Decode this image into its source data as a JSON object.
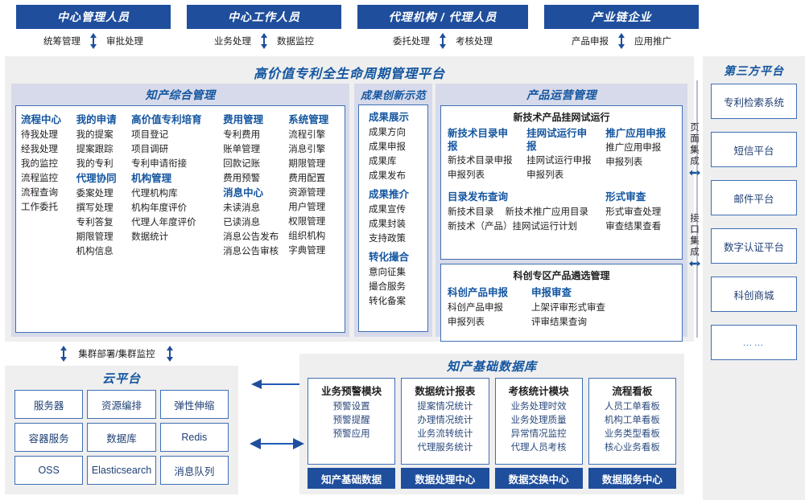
{
  "colors": {
    "brand": "#1f4e9c",
    "accent": "#1456a0",
    "panel": "#efefef",
    "section": "#d7daea",
    "border": "#3f6fb5"
  },
  "actors": [
    {
      "title": "中心管理人员",
      "left": "统筹管理",
      "right": "审批处理"
    },
    {
      "title": "中心工作人员",
      "left": "业务处理",
      "right": "数据监控"
    },
    {
      "title": "代理机构 / 代理人员",
      "left": "委托处理",
      "right": "考核处理"
    },
    {
      "title": "产业链企业",
      "left": "产品申报",
      "right": "应用推广"
    }
  ],
  "platform": {
    "title": "高价值专利全生命周期管理平台"
  },
  "sections": {
    "zhichan": {
      "title": "知产综合管理",
      "columns": [
        {
          "groups": [
            {
              "title": "流程中心",
              "items": [
                "待我处理",
                "经我处理",
                "我的监控",
                "流程监控",
                "流程查询",
                "工作委托"
              ]
            }
          ]
        },
        {
          "groups": [
            {
              "title": "我的申请",
              "items": [
                "我的提案",
                "提案跟踪",
                "我的专利"
              ]
            },
            {
              "title": "代理协同",
              "items": [
                "委案处理",
                "撰写处理",
                "专利答复",
                "期限管理",
                "机构信息"
              ]
            }
          ]
        },
        {
          "groups": [
            {
              "title": "高价值专利培育",
              "items": [
                "项目登记",
                "项目调研",
                "专利申请衔接"
              ]
            },
            {
              "title": "机构管理",
              "items": [
                "代理机构库",
                "机构年度评价",
                "代理人年度评价",
                "数据统计"
              ]
            }
          ]
        },
        {
          "groups": [
            {
              "title": "费用管理",
              "items": [
                "专利费用",
                "账单管理",
                "回款记账",
                "费用预警"
              ]
            },
            {
              "title": "消息中心",
              "items": [
                "未读消息",
                "已读消息",
                "消息公告发布",
                "消息公告审核"
              ]
            }
          ]
        },
        {
          "groups": [
            {
              "title": "系统管理",
              "items": [
                "流程引擎",
                "消息引擎",
                "期限管理",
                "费用配置",
                "资源管理",
                "用户管理",
                "权限管理",
                "组织机构",
                "字典管理"
              ]
            }
          ]
        }
      ]
    },
    "chengguo": {
      "title": "成果创新示范",
      "groups": [
        {
          "title": "成果展示",
          "items": [
            "成果方向",
            "成果申报",
            "成果库",
            "成果发布"
          ]
        },
        {
          "title": "成果推介",
          "items": [
            "成果宣传",
            "成果封装",
            "支持政策"
          ]
        },
        {
          "title": "转化撮合",
          "items": [
            "意向征集",
            "撮合服务",
            "转化备案"
          ]
        }
      ]
    },
    "chanpin": {
      "title": "产品运营管理",
      "boxes": [
        {
          "caption": "新技术产品挂网试运行",
          "row1": [
            {
              "title": "新技术目录申报",
              "items": [
                "新技术目录申报",
                "申报列表"
              ]
            },
            {
              "title": "挂网试运行申报",
              "items": [
                "挂网试运行申报",
                "申报列表"
              ]
            },
            {
              "title": "推广应用申报",
              "items": [
                "推广应用申报",
                "申报列表"
              ]
            }
          ],
          "row2_left": {
            "title": "目录发布查询",
            "items": [
              "新技术目录",
              "新技术推广应用目录",
              "新技术（产品）挂网试运行计划"
            ]
          },
          "row2_right": {
            "title": "形式审查",
            "items": [
              "形式审查处理",
              "审查结果查看"
            ]
          }
        },
        {
          "caption": "科创专区产品遴选管理",
          "row1": [
            {
              "title": "科创产品申报",
              "items": [
                "科创产品申报",
                "申报列表"
              ]
            },
            {
              "title": "申报审查",
              "items": [
                "上架评审形式审查",
                "评审结果查询"
              ]
            }
          ]
        }
      ]
    }
  },
  "integration": {
    "page": "页面集成",
    "api": "接口集成"
  },
  "third_party": {
    "title": "第三方平台",
    "items": [
      "专利检索系统",
      "短信平台",
      "邮件平台",
      "数字认证平台",
      "科创商城",
      "……"
    ]
  },
  "cluster_label": "集群部署/集群监控",
  "cloud": {
    "title": "云平台",
    "cells": [
      "服务器",
      "资源编排",
      "弹性伸缩",
      "容器服务",
      "数据库",
      "Redis",
      "OSS",
      "Elasticsearch",
      "消息队列"
    ]
  },
  "kdb": {
    "title": "知产基础数据库",
    "columns": [
      {
        "head": "业务预警模块",
        "items": [
          "预警设置",
          "预警提醒",
          "预警应用"
        ],
        "foot": "知产基础数据"
      },
      {
        "head": "数据统计报表",
        "items": [
          "提案情况统计",
          "办理情况统计",
          "业务流转统计",
          "代理服务统计"
        ],
        "foot": "数据处理中心"
      },
      {
        "head": "考核统计模块",
        "items": [
          "业务处理时效",
          "业务处理质量",
          "异常情况监控",
          "代理人员考核"
        ],
        "foot": "数据交换中心"
      },
      {
        "head": "流程看板",
        "items": [
          "人员工单看板",
          "机构工单看板",
          "业务类型看板",
          "核心业务看板"
        ],
        "foot": "数据服务中心"
      }
    ]
  }
}
